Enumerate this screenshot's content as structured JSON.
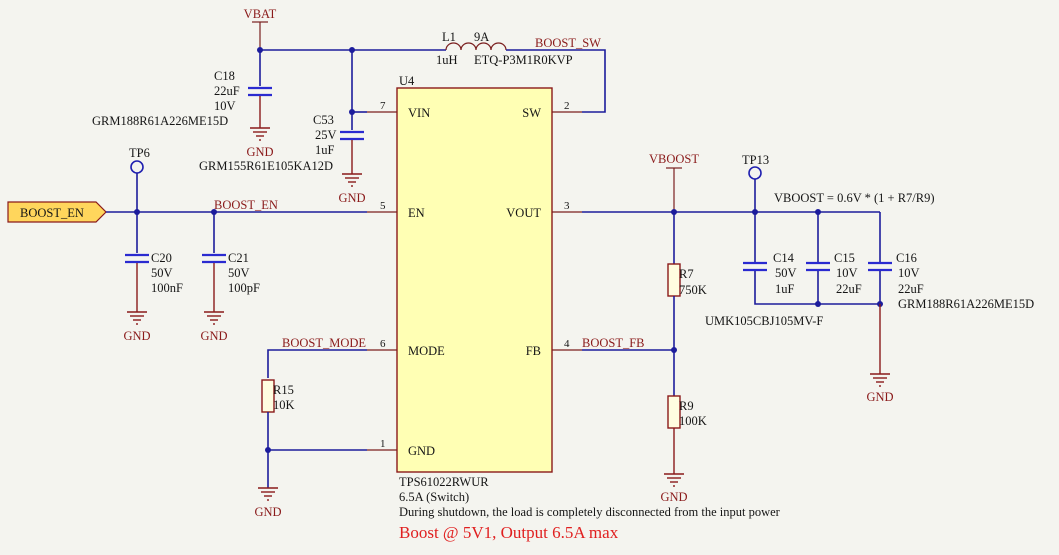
{
  "power": {
    "vbat": "VBAT",
    "vboost_net": "VBOOST",
    "gnd": "GND"
  },
  "nets": {
    "boost_sw": "BOOST_SW",
    "boost_en": "BOOST_EN",
    "boost_mode": "BOOST_MODE",
    "boost_fb": "BOOST_FB"
  },
  "port": {
    "label": "BOOST_EN"
  },
  "ic": {
    "ref": "U4",
    "part": "TPS61022RWUR",
    "desc": "6.5A (Switch)",
    "pins": {
      "vin": {
        "name": "VIN",
        "num": "7"
      },
      "en": {
        "name": "EN",
        "num": "5"
      },
      "mode": {
        "name": "MODE",
        "num": "6"
      },
      "gnd": {
        "name": "GND",
        "num": "1"
      },
      "sw": {
        "name": "SW",
        "num": "2"
      },
      "vout": {
        "name": "VOUT",
        "num": "3"
      },
      "fb": {
        "name": "FB",
        "num": "4"
      }
    }
  },
  "inductor": {
    "ref": "L1",
    "current": "9A",
    "value": "1uH",
    "part": "ETQ-P3M1R0KVP"
  },
  "caps": {
    "c18": {
      "ref": "C18",
      "value": "22uF",
      "voltage": "10V",
      "part": "GRM188R61A226ME15D"
    },
    "c53": {
      "ref": "C53",
      "voltage": "25V",
      "value": "1uF",
      "part": "GRM155R61E105KA12D"
    },
    "c20": {
      "ref": "C20",
      "voltage": "50V",
      "value": "100nF"
    },
    "c21": {
      "ref": "C21",
      "voltage": "50V",
      "value": "100pF"
    },
    "c14": {
      "ref": "C14",
      "voltage": "50V",
      "value": "1uF",
      "part": "UMK105CBJ105MV-F"
    },
    "c15": {
      "ref": "C15",
      "voltage": "10V",
      "value": "22uF"
    },
    "c16": {
      "ref": "C16",
      "voltage": "10V",
      "value": "22uF",
      "part": "GRM188R61A226ME15D"
    }
  },
  "resistors": {
    "r7": {
      "ref": "R7",
      "value": "750K"
    },
    "r9": {
      "ref": "R9",
      "value": "100K"
    },
    "r15": {
      "ref": "R15",
      "value": "10K"
    }
  },
  "testpoints": {
    "tp6": "TP6",
    "tp13": "TP13"
  },
  "notes": {
    "formula": "VBOOST = 0.6V * (1 + R7/R9)",
    "shutdown": "During shutdown, the load is completely disconnected from the input power",
    "title": "Boost @ 5V1, Output 6.5A max"
  },
  "colors": {
    "wire": "#1c1c9c",
    "ic_fill": "#ffffb4",
    "ic_border": "#8a1a1a",
    "net_label": "#8a1a1a",
    "title_note": "#e02020",
    "background": "#f4f4ef"
  }
}
